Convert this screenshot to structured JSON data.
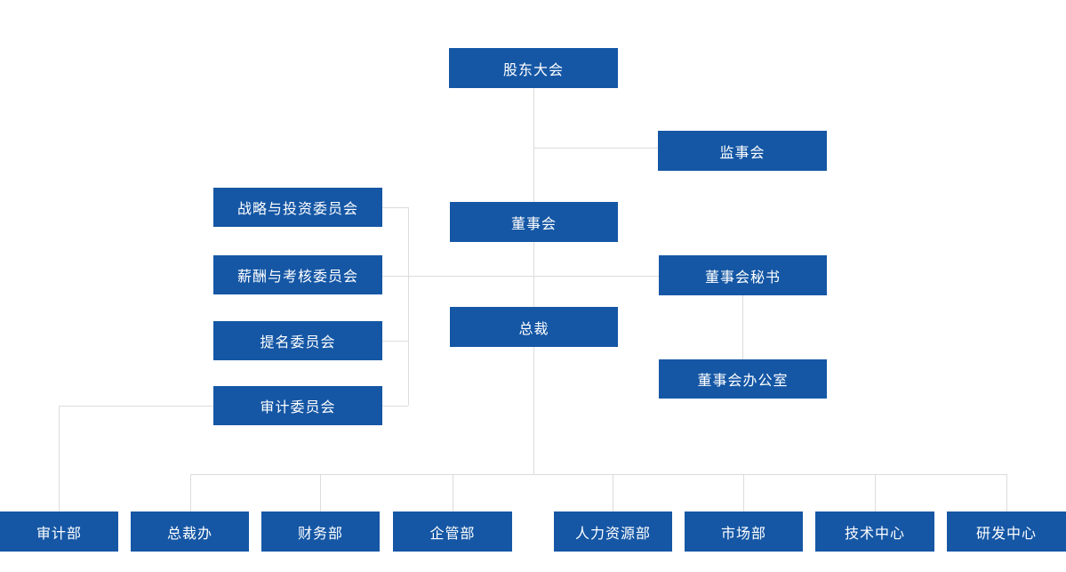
{
  "page": {
    "background": "#ffffff"
  },
  "colors": {
    "node_fill": "#1557a5",
    "node_text": "#ffffff",
    "connector_line": "#dcdcdc"
  },
  "org_chart": {
    "type": "organization-chart",
    "nodes": {
      "shareholders_meeting": {
        "label": "股东大会"
      },
      "supervisory_board": {
        "label": "监事会"
      },
      "board_of_directors": {
        "label": "董事会"
      },
      "strategy_investment_committee": {
        "label": "战略与投资委员会"
      },
      "compensation_appraisal_committee": {
        "label": "薪酬与考核委员会"
      },
      "nomination_committee": {
        "label": "提名委员会"
      },
      "audit_committee": {
        "label": "审计委员会"
      },
      "board_secretary": {
        "label": "董事会秘书"
      },
      "board_office": {
        "label": "董事会办公室"
      },
      "president": {
        "label": "总裁"
      },
      "audit_department": {
        "label": "审计部"
      },
      "president_office": {
        "label": "总裁办"
      },
      "finance_department": {
        "label": "财务部"
      },
      "enterprise_management_department": {
        "label": "企管部"
      },
      "hr_department": {
        "label": "人力资源部"
      },
      "marketing_department": {
        "label": "市场部"
      },
      "technology_center": {
        "label": "技术中心"
      },
      "rd_center": {
        "label": "研发中心"
      }
    },
    "edges": [
      [
        "shareholders_meeting",
        "supervisory_board"
      ],
      [
        "shareholders_meeting",
        "board_of_directors"
      ],
      [
        "board_of_directors",
        "strategy_investment_committee"
      ],
      [
        "board_of_directors",
        "compensation_appraisal_committee"
      ],
      [
        "board_of_directors",
        "nomination_committee"
      ],
      [
        "board_of_directors",
        "audit_committee"
      ],
      [
        "board_of_directors",
        "board_secretary"
      ],
      [
        "board_secretary",
        "board_office"
      ],
      [
        "board_of_directors",
        "president"
      ],
      [
        "audit_committee",
        "audit_department"
      ],
      [
        "president",
        "president_office"
      ],
      [
        "president",
        "finance_department"
      ],
      [
        "president",
        "enterprise_management_department"
      ],
      [
        "president",
        "hr_department"
      ],
      [
        "president",
        "marketing_department"
      ],
      [
        "president",
        "technology_center"
      ],
      [
        "president",
        "rd_center"
      ]
    ]
  }
}
